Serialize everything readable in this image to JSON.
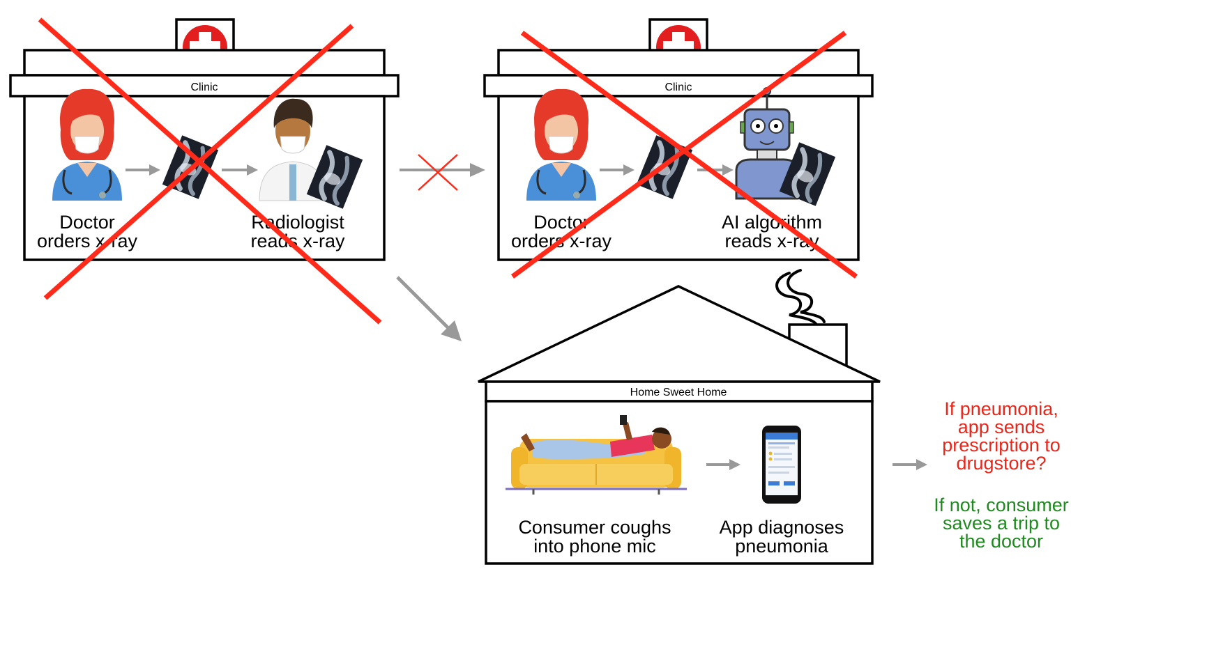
{
  "clinic_left": {
    "sign": "Clinic",
    "step1_line1": "Doctor",
    "step1_line2": "orders x-ray",
    "step2_line1": "Radiologist",
    "step2_line2": "reads x-ray"
  },
  "clinic_right": {
    "sign": "Clinic",
    "step1_line1": "Doctor",
    "step1_line2": "orders x-ray",
    "step2_line1": "AI algorithm",
    "step2_line2": "reads x-ray"
  },
  "home": {
    "sign": "Home Sweet Home",
    "step1_line1": "Consumer coughs",
    "step1_line2": "into phone mic",
    "step2_line1": "App diagnoses",
    "step2_line2": "pneumonia"
  },
  "outcomes": {
    "positive": [
      "If pneumonia,",
      "app sends",
      "prescription to",
      "drugstore?"
    ],
    "negative": [
      "If not, consumer",
      "saves a trip to",
      "the doctor"
    ]
  },
  "icons": [
    "red-cross-icon",
    "doctor-icon",
    "xray-icon",
    "radiologist-icon",
    "robot-icon",
    "couch-person-icon",
    "phone-icon",
    "chimney-smoke-icon"
  ],
  "colors": {
    "cross_out": "#ff2a1a",
    "arrow": "#999999",
    "positive_text": "#e8261a",
    "negative_text": "#1f8a1f",
    "couch": "#f5c242",
    "scrubs": "#4a90d9"
  }
}
